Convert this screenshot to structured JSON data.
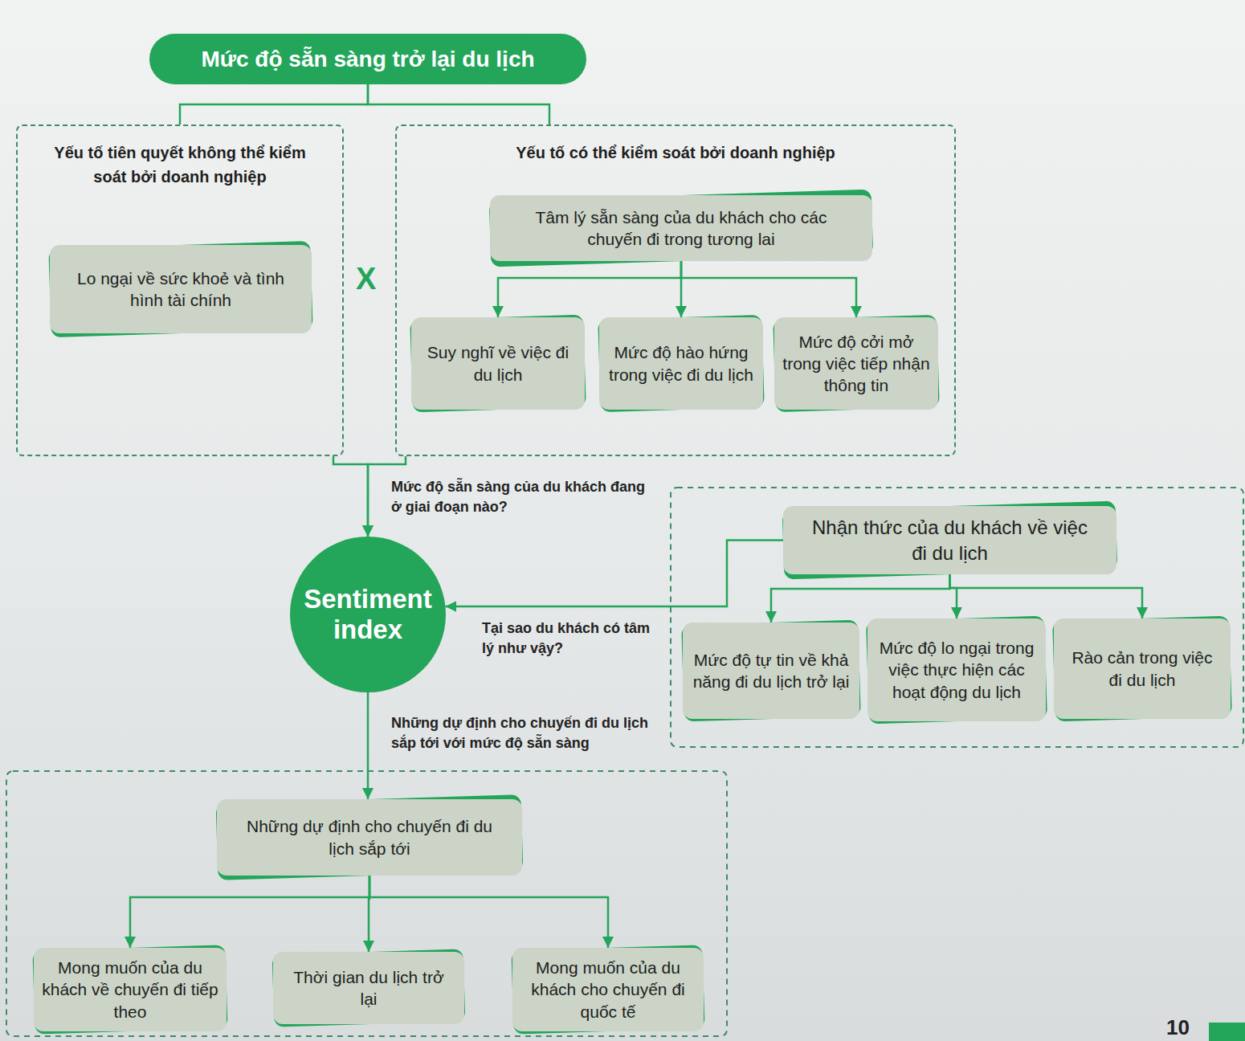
{
  "diagram": {
    "nodes": [
      {
        "text": [
          "Mức độ sẵn sàng trở lại du lịch"
        ]
      },
      {
        "text": [
          "Yếu tố tiên quyết không thể kiểm soát bởi doanh nghiệp"
        ]
      },
      {
        "text": [
          "Lo ngại về sức khoẻ và tình hình tài chính"
        ],
        "in": 1
      },
      {
        "text": [
          "Yếu tố có thể kiểm soát bởi doanh nghiệp"
        ]
      },
      {
        "text": [
          "Tâm lý sẵn sàng của du khách cho các chuyến đi trong tương lai"
        ],
        "in": 3
      },
      {
        "text": [
          "Suy nghĩ về việc đi du lịch"
        ],
        "in": 3
      },
      {
        "text": [
          "Mức độ hào hứng trong việc đi du lịch"
        ],
        "in": 3
      },
      {
        "text": [
          "Mức độ cởi mở trong việc tiếp nhận thông tin"
        ],
        "in": 3
      },
      {
        "text": [
          "Sentiment index"
        ]
      },
      {
        "text": [
          "Nhận thức của du khách về việc đi du lịch"
        ]
      },
      {
        "text": [
          "Mức độ tự tin về khả năng đi du lịch trở lại"
        ]
      },
      {
        "text": [
          "Mức độ lo ngại trong việc thực hiện các hoạt động du lịch"
        ]
      },
      {
        "text": [
          "Rào cản trong việc đi du lịch"
        ]
      },
      {
        "text": [
          "Những dự định cho chuyến đi du lịch sắp tới"
        ]
      },
      {
        "text": [
          "Mong muốn của du khách về chuyến đi tiếp theo"
        ]
      },
      {
        "text": [
          "Thời gian du lịch trở lại"
        ]
      },
      {
        "text": [
          "Mong muốn của du khách cho chuyến đi quốc tế"
        ]
      }
    ],
    "edges": [
      {
        "from": 0,
        "to": 1,
        "arrow": "none"
      },
      {
        "from": 0,
        "to": 3,
        "arrow": "none"
      },
      {
        "from": 4,
        "to": 5,
        "arrow": "to"
      },
      {
        "from": 4,
        "to": 6,
        "arrow": "to"
      },
      {
        "from": 4,
        "to": 7,
        "arrow": "to"
      },
      {
        "from": 1,
        "to": 8,
        "arrow": "to",
        "label": "Mức độ sẵn sàng của du khách đang ở giai đoạn nào?"
      },
      {
        "from": 3,
        "to": 8,
        "arrow": "to"
      },
      {
        "from": 9,
        "to": 8,
        "arrow": "to",
        "label": "Tại sao du khách có tâm lý như vậy?"
      },
      {
        "from": 9,
        "to": 10,
        "arrow": "to"
      },
      {
        "from": 9,
        "to": 11,
        "arrow": "to"
      },
      {
        "from": 9,
        "to": 12,
        "arrow": "to"
      },
      {
        "from": 8,
        "to": 13,
        "arrow": "to",
        "label": "Những dự định cho chuyến đi du lịch sắp tới với mức độ sẵn sàng"
      },
      {
        "from": 13,
        "to": 14,
        "arrow": "to"
      },
      {
        "from": 13,
        "to": 15,
        "arrow": "to"
      },
      {
        "from": 13,
        "to": 16,
        "arrow": "to"
      }
    ],
    "labels": [
      "X",
      "10"
    ]
  }
}
